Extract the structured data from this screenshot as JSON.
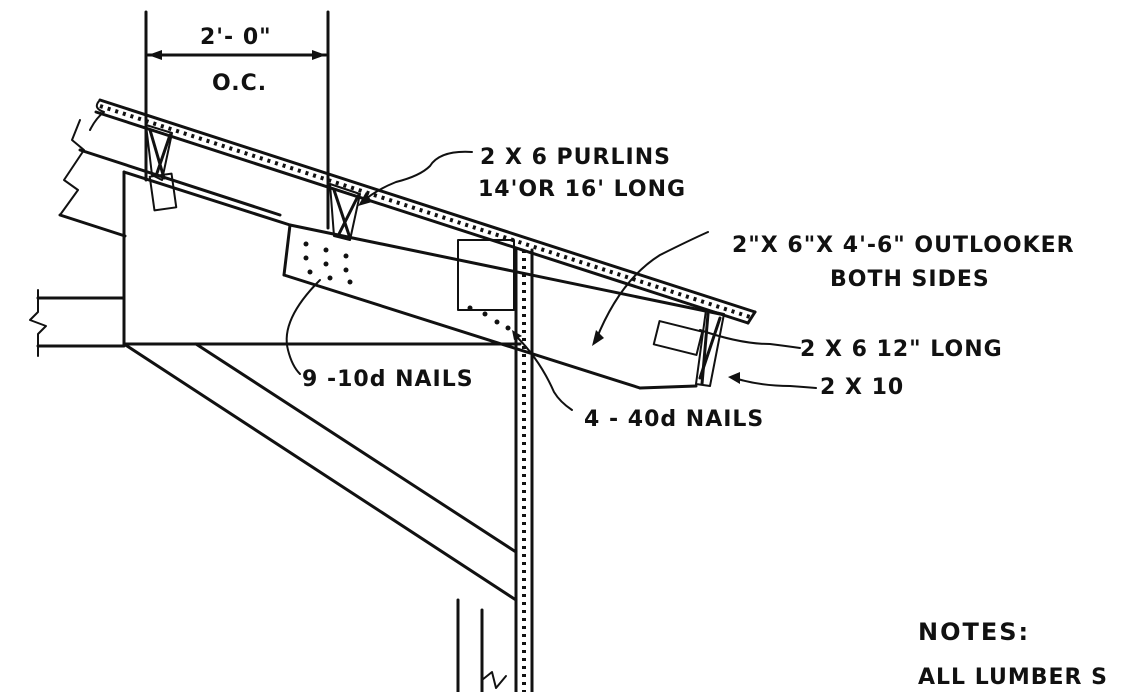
{
  "labels": {
    "spacing_dimension": "2'- 0\"",
    "spacing_oc": "O.C.",
    "purlins_line1": "2 X 6 PURLINS",
    "purlins_line2": "14'OR 16' LONG",
    "outlooker_line1": "2\"X 6\"X 4'-6\" OUTLOOKER",
    "outlooker_line2": "BOTH SIDES",
    "block_12": "2 X 6  12\" LONG",
    "fascia_2x10": "2 X 10",
    "nails_9_10d": "9 -10d NAILS",
    "nails_4_40d": "4 - 40d NAILS",
    "notes_heading": "NOTES:",
    "notes_text": "ALL LUMBER S"
  }
}
